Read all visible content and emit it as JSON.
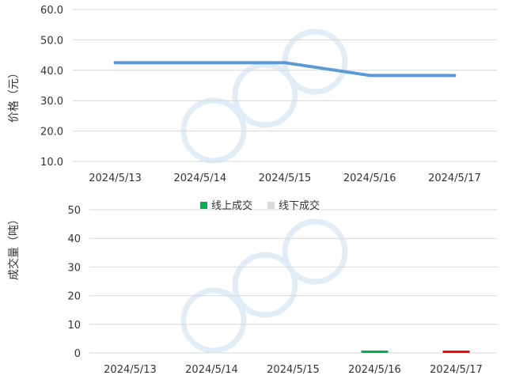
{
  "chart_data": [
    {
      "type": "line",
      "ylabel": "价格（元）",
      "categories": [
        "2024/5/13",
        "2024/5/14",
        "2024/5/15",
        "2024/5/16",
        "2024/5/17"
      ],
      "series": [
        {
          "values": [
            42.5,
            42.5,
            42.5,
            38.3,
            38.3
          ],
          "color": "#5b9bd5"
        }
      ],
      "yticks": [
        "10.0",
        "20.0",
        "30.0",
        "40.0",
        "50.0",
        "60.0"
      ],
      "ylim": [
        10,
        60
      ],
      "grid": true
    },
    {
      "type": "bar",
      "ylabel": "成交量（吨）",
      "categories": [
        "2024/5/13",
        "2024/5/14",
        "2024/5/15",
        "2024/5/16",
        "2024/5/17"
      ],
      "series": [
        {
          "name": "线上成交",
          "values": [
            0,
            0,
            0,
            0.5,
            0
          ],
          "color": "#00b050"
        },
        {
          "name": "线下成交",
          "values": [
            0,
            0,
            0,
            0,
            0
          ],
          "color": "#d9d9d9"
        },
        {
          "values": [
            0,
            0,
            0,
            0,
            0.5
          ],
          "color": "#ff0000"
        }
      ],
      "yticks": [
        "0",
        "10",
        "20",
        "30",
        "40",
        "50"
      ],
      "ylim": [
        0,
        50
      ],
      "legend": "top-center",
      "grid": true
    }
  ]
}
